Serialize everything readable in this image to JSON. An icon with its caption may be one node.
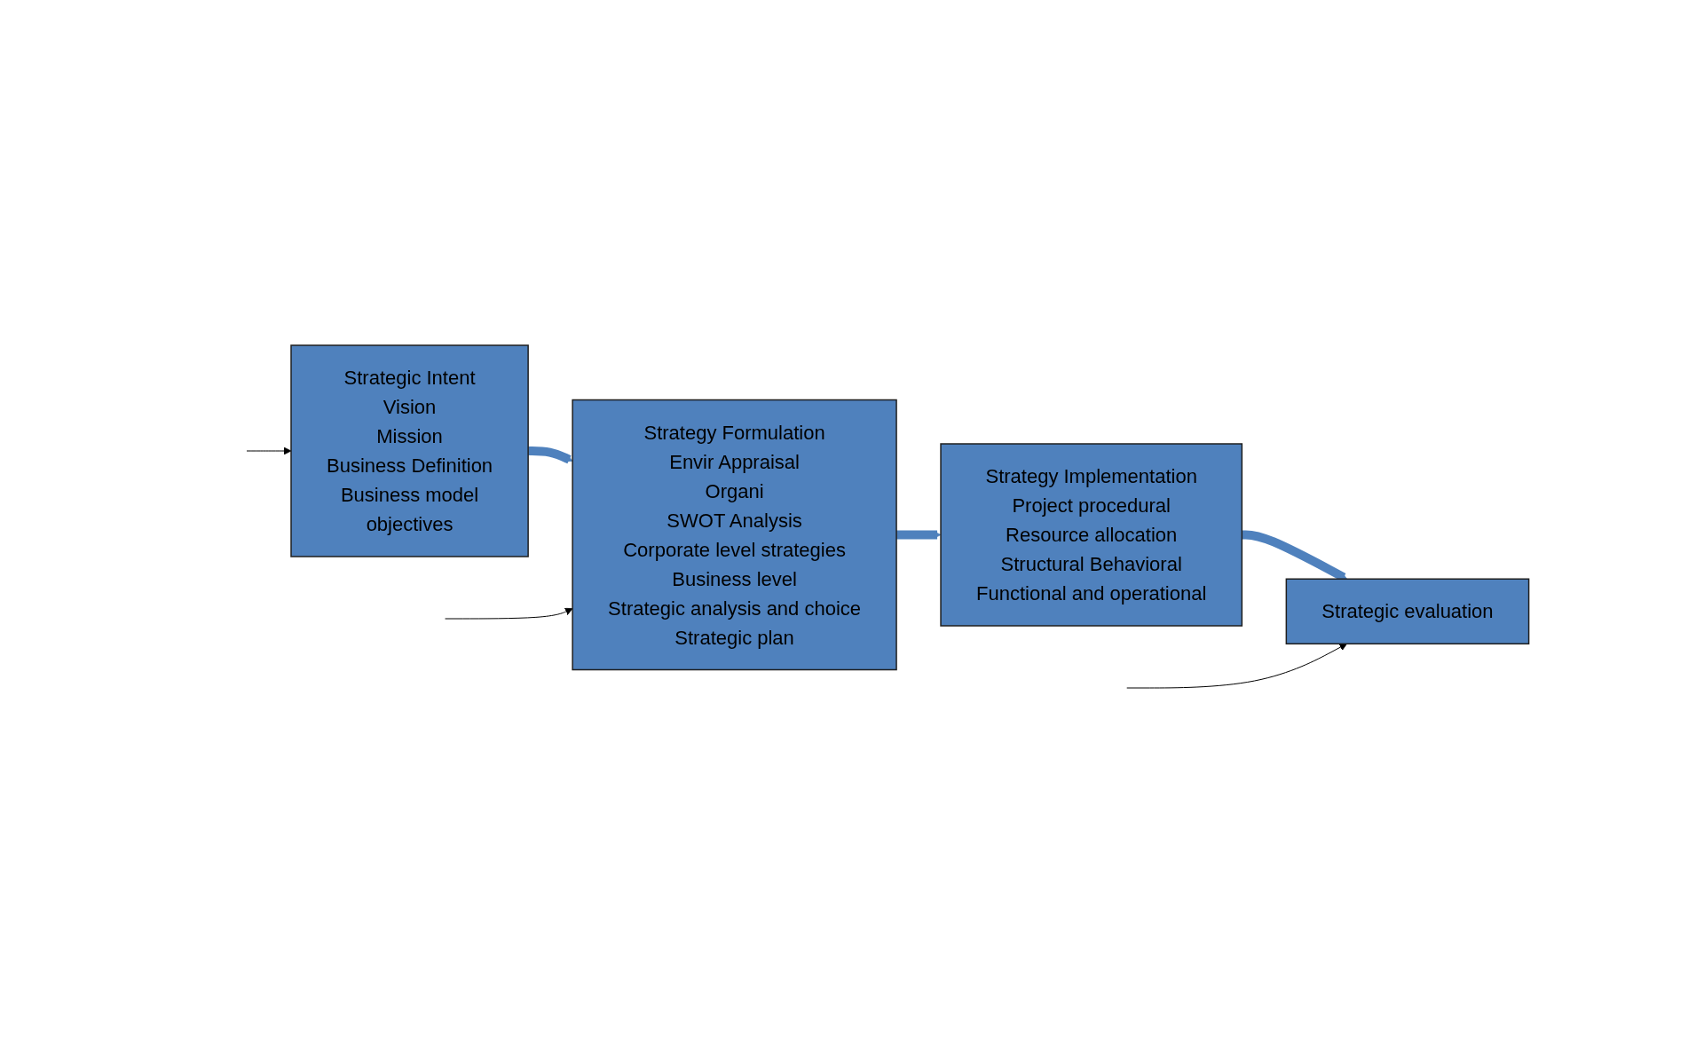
{
  "diagram": {
    "nodes": [
      {
        "text": [
          "Strategic Intent",
          "Vision",
          "Mission",
          "Business Definition",
          "Business model",
          "objectives"
        ]
      },
      {
        "text": [
          "Strategy Formulation",
          "Envir Appraisal",
          "Organi",
          "SWOT Analysis",
          "Corporate level strategies",
          "Business level",
          "Strategic analysis and choice",
          "Strategic plan"
        ]
      },
      {
        "text": [
          "Strategy Implementation",
          "Project procedural",
          "Resource allocation",
          "Structural Behavioral",
          "Functional and operational"
        ]
      },
      {
        "text": [
          "Strategic evaluation"
        ]
      }
    ],
    "edges": [
      {
        "from": 0,
        "to": 1,
        "arrow": "to",
        "style": "thick",
        "color": "#4f81bd"
      },
      {
        "from": 1,
        "to": 2,
        "arrow": "to",
        "style": "thick",
        "color": "#4f81bd"
      },
      {
        "from": 2,
        "to": 3,
        "arrow": "to",
        "style": "thick",
        "color": "#4f81bd"
      },
      {
        "from": null,
        "to": 0,
        "arrow": "to",
        "color": "#000000"
      },
      {
        "from": null,
        "to": 1,
        "arrow": "to",
        "color": "#000000"
      },
      {
        "from": null,
        "to": 3,
        "arrow": "to",
        "color": "#000000"
      }
    ]
  }
}
